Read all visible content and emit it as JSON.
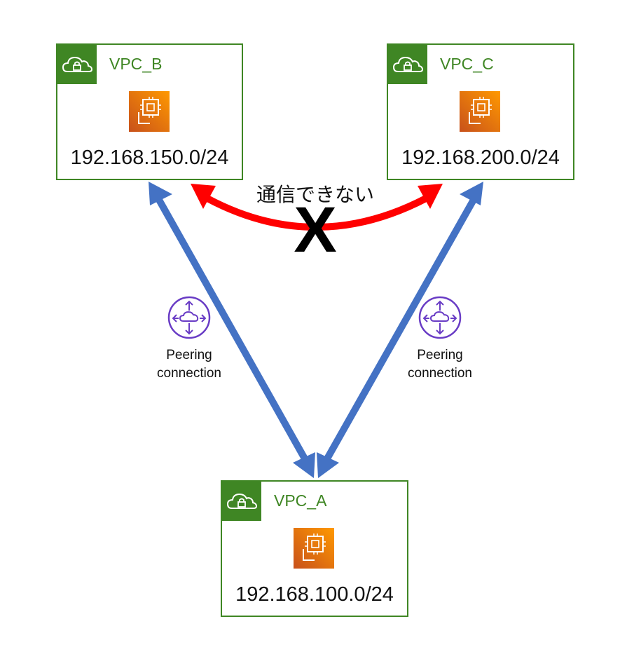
{
  "vpcs": {
    "b": {
      "name": "VPC_B",
      "cidr": "192.168.150.0/24"
    },
    "c": {
      "name": "VPC_C",
      "cidr": "192.168.200.0/24"
    },
    "a": {
      "name": "VPC_A",
      "cidr": "192.168.100.0/24"
    }
  },
  "blocked": {
    "label": "通信できない",
    "mark": "X"
  },
  "peering": {
    "left": {
      "line1": "Peering",
      "line2": "connection"
    },
    "right": {
      "line1": "Peering",
      "line2": "connection"
    }
  },
  "colors": {
    "vpc_green": "#3f8624",
    "peering_blue": "#4472c4",
    "blocked_red": "#ff0000",
    "ec2_orange": "#ed7100",
    "peering_icon_purple": "#693cc5"
  },
  "icons": {
    "vpc": "vpc-cloud-lock-icon",
    "instance": "ec2-instance-icon",
    "peering": "peering-connection-icon"
  }
}
